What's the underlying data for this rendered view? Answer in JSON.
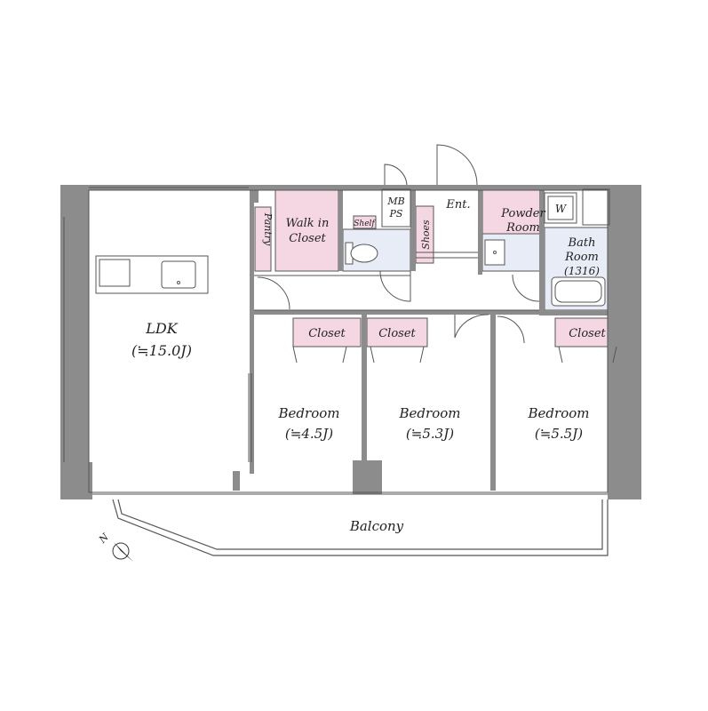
{
  "rooms": {
    "ldk": {
      "name": "LDK",
      "size": "(≒15.0J)"
    },
    "pantry": "Pantry",
    "walk_in_closet": {
      "line1": "Walk in",
      "line2": "Closet"
    },
    "shelf": "Shelf",
    "mb_ps": {
      "line1": "MB",
      "line2": "PS"
    },
    "shoes": "Shoes",
    "entrance": "Ent.",
    "powder_room": {
      "line1": "Powder",
      "line2": "Room"
    },
    "washer": "W",
    "bath_room": {
      "line1": "Bath",
      "line2": "Room",
      "line3": "(1316)"
    },
    "closets": [
      "Closet",
      "Closet",
      "Closet"
    ],
    "bedrooms": [
      {
        "name": "Bedroom",
        "size": "(≒4.5J)"
      },
      {
        "name": "Bedroom",
        "size": "(≒5.3J)"
      },
      {
        "name": "Bedroom",
        "size": "(≒5.5J)"
      }
    ],
    "balcony": "Balcony"
  },
  "compass": {
    "label": "N"
  },
  "colors": {
    "wall": "#8c8c8c",
    "storage": "#f5d7e3",
    "wet_area": "#e7ecf7",
    "line": "#555555"
  }
}
